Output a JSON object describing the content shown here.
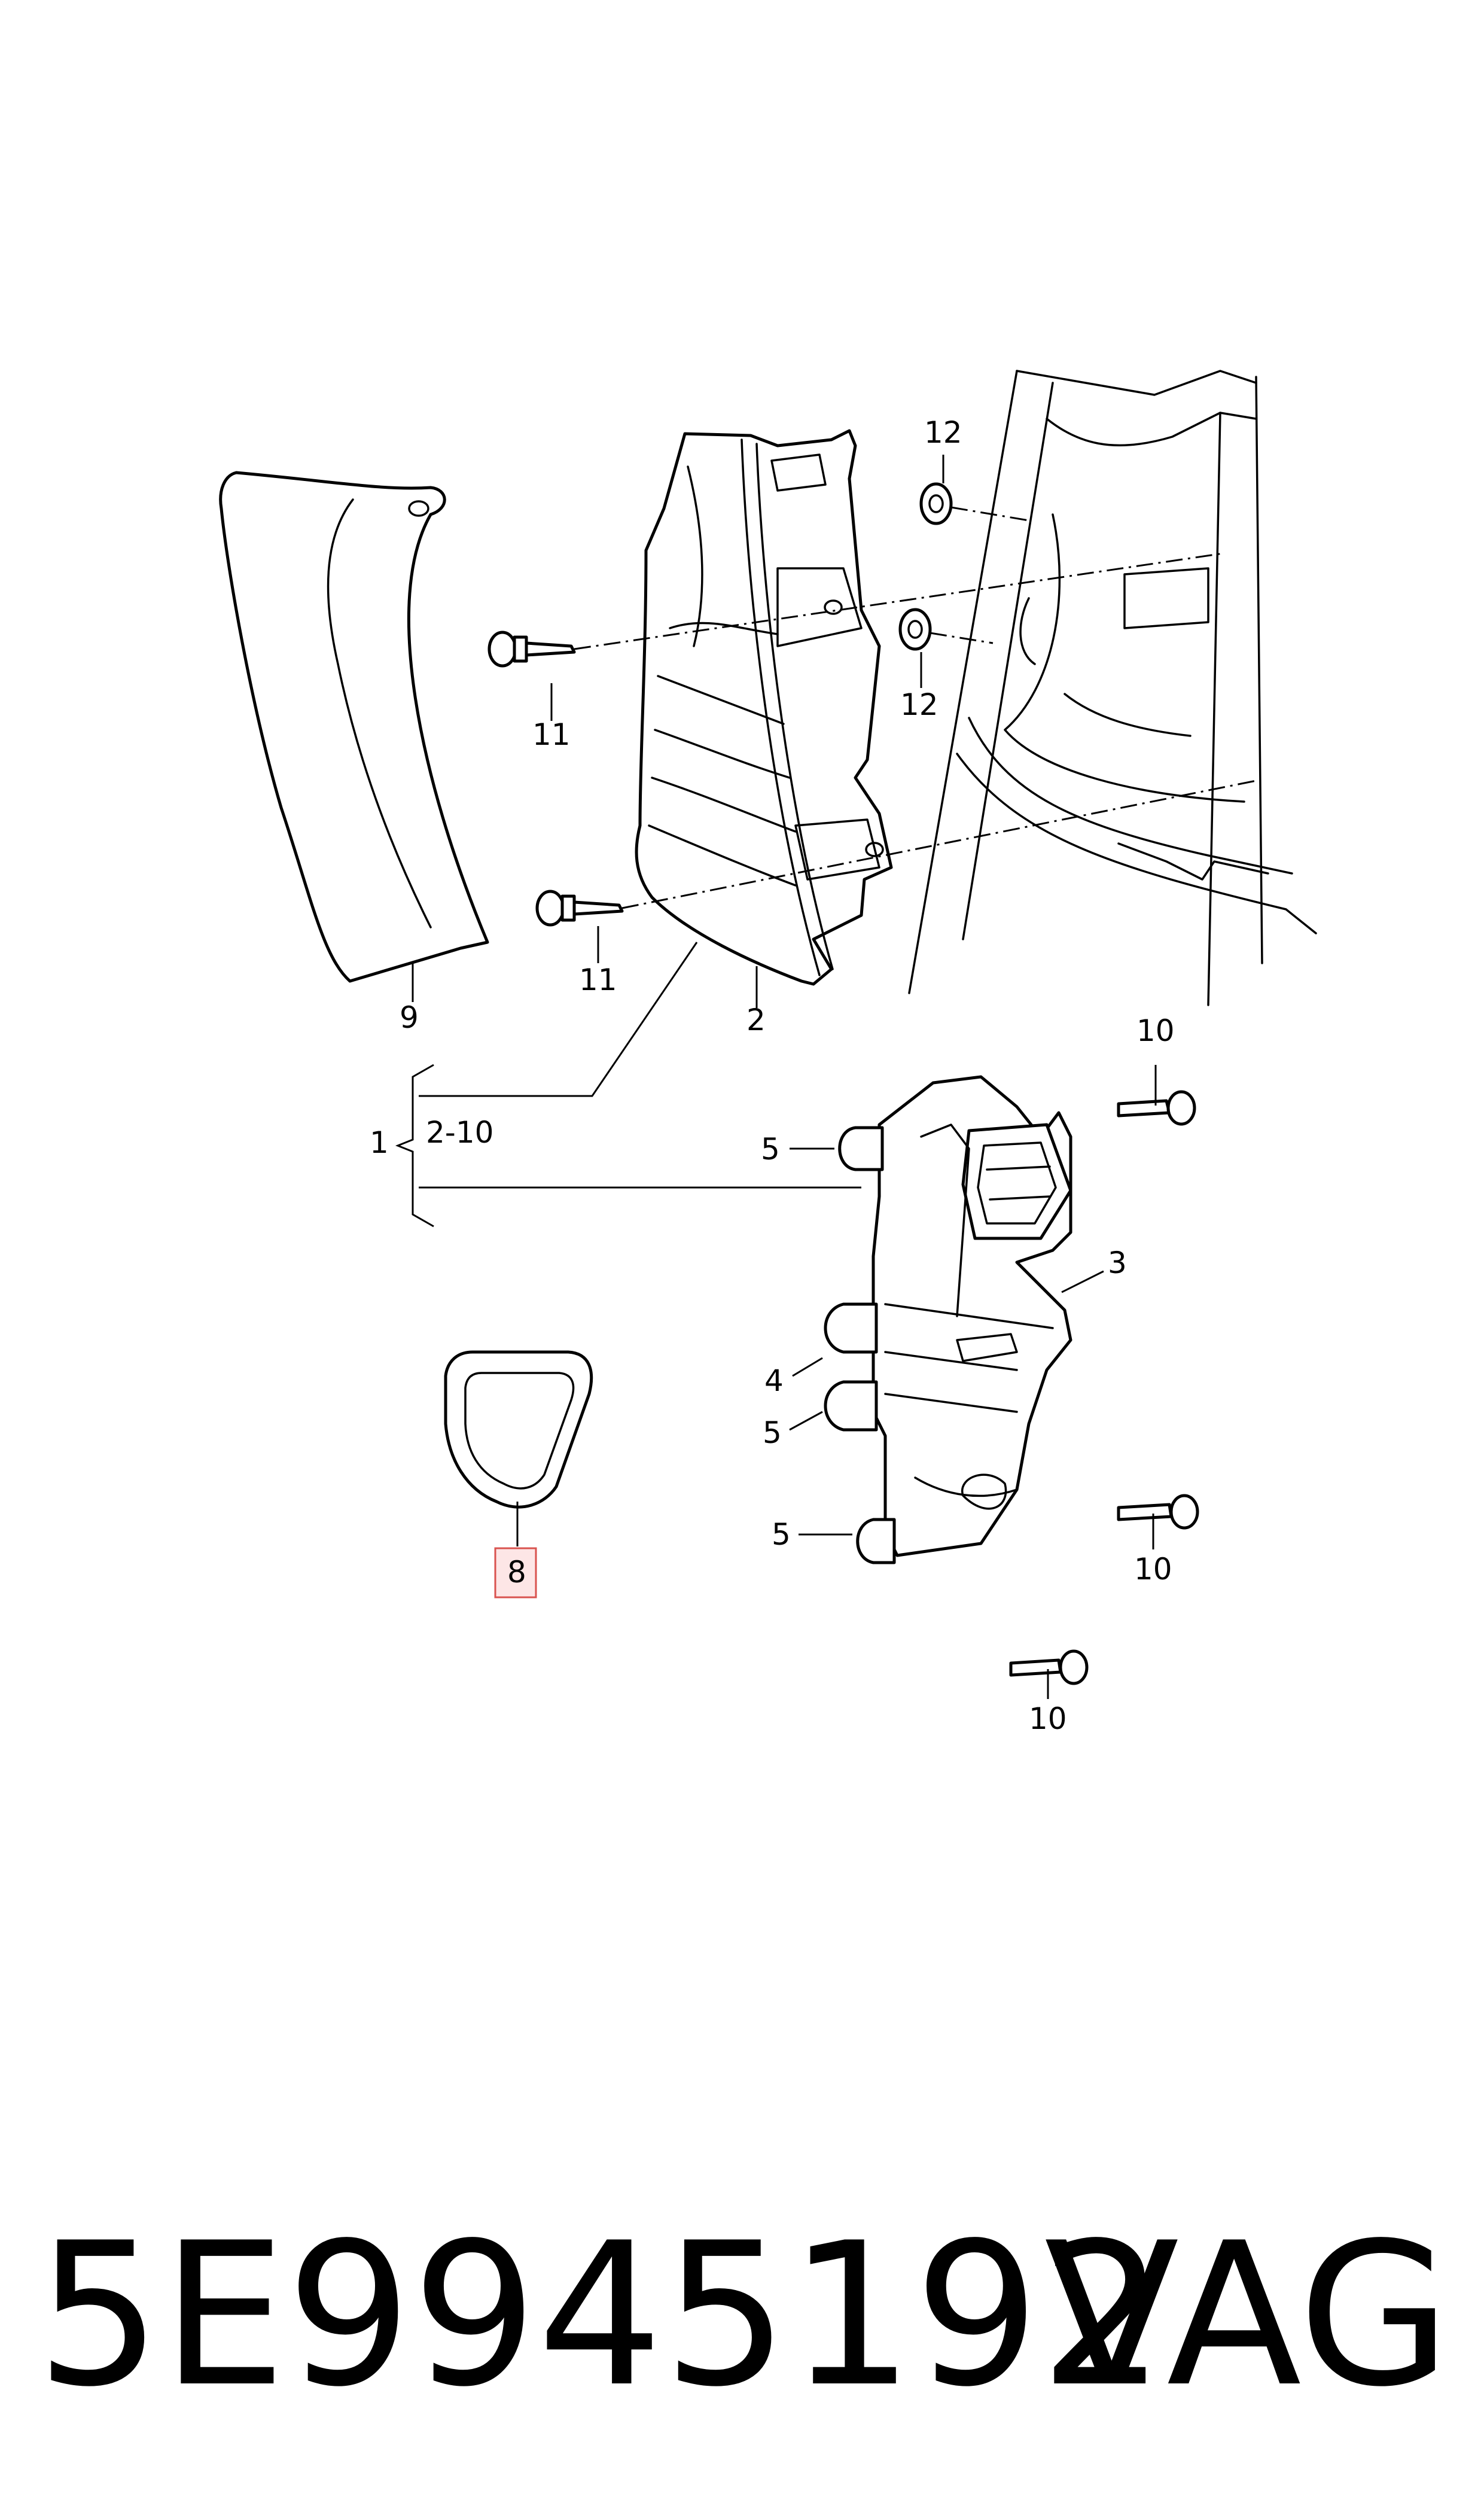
{
  "callouts": {
    "c1": "1",
    "c2_10": "2-10",
    "c2": "2",
    "c3": "3",
    "c4": "4",
    "c5a": "5",
    "c5b": "5",
    "c5c": "5",
    "c8": "8",
    "c9": "9",
    "c10a": "10",
    "c10b": "10",
    "c10c": "10",
    "c11a": "11",
    "c11b": "11",
    "c12a": "12",
    "c12b": "12"
  },
  "highlight_color": "#d9534f",
  "highlight_fill": "#fde6e6",
  "footer": {
    "part_number": "5E9945192",
    "brand": "VAG"
  }
}
